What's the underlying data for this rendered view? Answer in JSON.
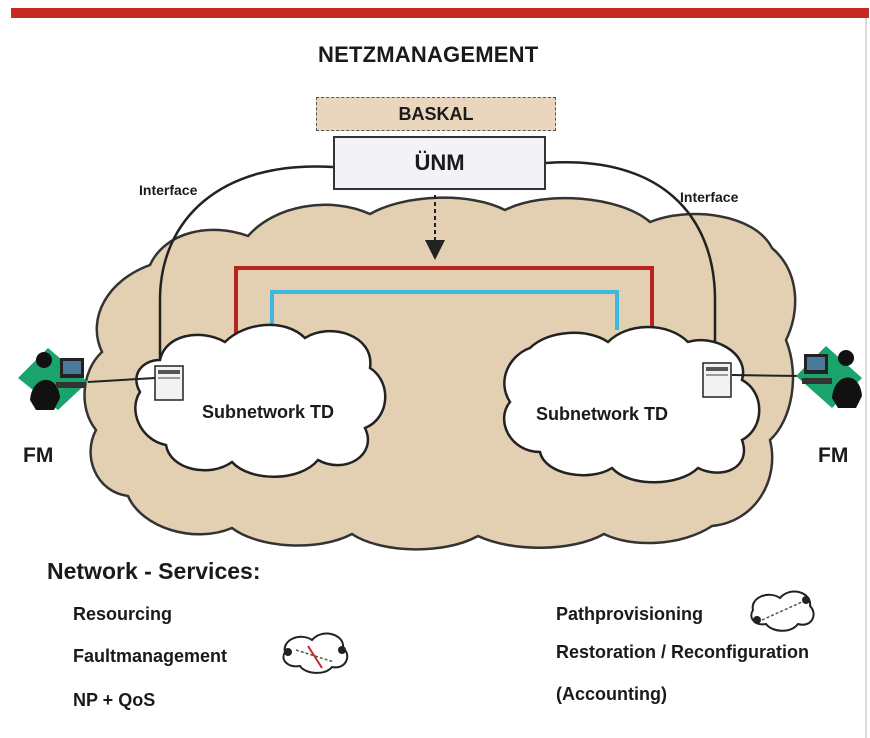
{
  "title": "NETZMANAGEMENT",
  "baskal": "BASKAL",
  "unm": "ÜNM",
  "interface_left": "Interface",
  "interface_right": "Interface",
  "subnetwork_left": "Subnetwork TD",
  "subnetwork_right": "Subnetwork TD",
  "fm_left": "FM",
  "fm_right": "FM",
  "services": {
    "heading": "Network - Services:",
    "left": [
      "Resourcing",
      "Faultmanagement",
      "NP + QoS"
    ],
    "right": [
      "Pathprovisioning",
      "Restoration / Reconfiguration",
      "(Accounting)"
    ]
  },
  "colors": {
    "accent_bar": "#c42a21",
    "cloud_fill": "#e3cfb2",
    "baskal_fill": "#ead6bd",
    "path_red": "#b8231c",
    "path_cyan": "#3fb8e0",
    "terminal_green": "#1aa36b"
  }
}
